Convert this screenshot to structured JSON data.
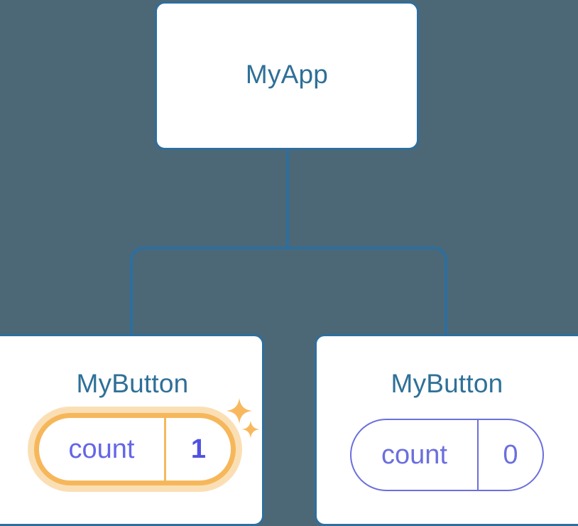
{
  "diagram": {
    "type": "component-tree",
    "background_color": "#4c6876",
    "edge_color": "#2e6e9e",
    "root": {
      "id": "myapp",
      "title": "MyApp"
    },
    "children": [
      {
        "id": "mybutton-left",
        "title": "MyButton",
        "state": {
          "label": "count",
          "value": "1"
        },
        "highlighted": true,
        "highlight_color": "#f6b75b",
        "highlight_glow_color": "#fbdfb4",
        "label_color": "#6366e8",
        "value_color": "#4f52e0",
        "sparkles": [
          {
            "name": "sparkle-large-icon",
            "size": 38
          },
          {
            "name": "sparkle-small-icon",
            "size": 26
          }
        ]
      },
      {
        "id": "mybutton-right",
        "title": "MyButton",
        "state": {
          "label": "count",
          "value": "0"
        },
        "highlighted": false,
        "outline_color": "#6b6fdd",
        "label_color": "#6b6fdd",
        "value_color": "#6b6fdd"
      }
    ],
    "title_color": "#2e7097",
    "card_background": "#ffffff",
    "card_border_color": "#2e6e9e"
  }
}
